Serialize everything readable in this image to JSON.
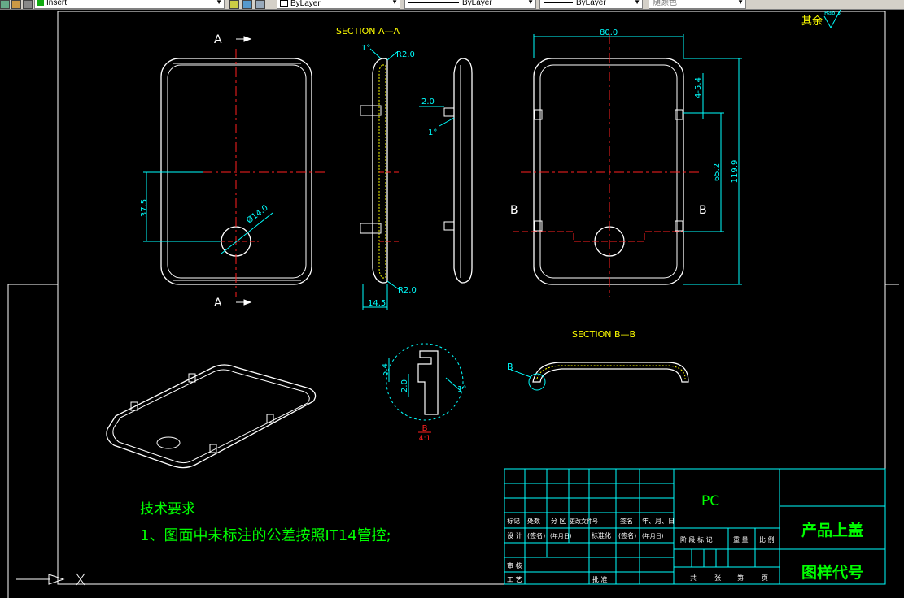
{
  "toolbar": {
    "layer_name": "Insert",
    "color_value": "ByLayer",
    "linetype_value": "ByLayer",
    "lineweight_value": "ByLayer",
    "plotstyle_value": "随颜色"
  },
  "colors": {
    "background": "#000000",
    "outline": "#ffffff",
    "centerline": "#ff2020",
    "dimension": "#00ffff",
    "hatch": "#ffff00",
    "notes": "#00ff00",
    "titleblock": "#00ffff"
  },
  "drawing": {
    "section_a_label": "A",
    "section_aa_title": "SECTION  A—A",
    "section_bb_title": "SECTION  B—B",
    "section_b_label": "B",
    "dims": {
      "width": "80.0",
      "height": "119.9",
      "hole_dia": "Ø14.0",
      "hole_offset": "37.5",
      "rib_spacing": "65.2",
      "rib_pos": "4-5.4",
      "radius_top": "R2.0",
      "radius_bottom": "R2.0",
      "angle_a": "1°",
      "angle_b": "1°",
      "angle_c": "1°",
      "wall": "2.0",
      "thickness": "14.5",
      "detail_h1": "5.4",
      "detail_h2": "2.0"
    },
    "detail_label": "B",
    "detail_scale": "4:1",
    "roughness_note": "其余",
    "roughness_value": "Ra6.3"
  },
  "notes": {
    "heading": "技术要求",
    "item1": "1、图面中未标注的公差按照IT14管控;"
  },
  "titleblock": {
    "material": "PC",
    "part_name": "产品上盖",
    "drawing_code": "图样代号",
    "row1": [
      "标记",
      "处数",
      "分 区",
      "更改文件号",
      "签名",
      "年、月、日"
    ],
    "row2": [
      "设 计",
      "(签名)",
      "(年月日)",
      "标准化",
      "(签名)",
      "(年月日)"
    ],
    "row_stage": [
      "阶 段 标 记",
      "重 量",
      "比 例"
    ],
    "audit": "审 核",
    "process": "工 艺",
    "approve": "批 准",
    "sheets": [
      "共",
      "张",
      "第",
      "页"
    ]
  }
}
